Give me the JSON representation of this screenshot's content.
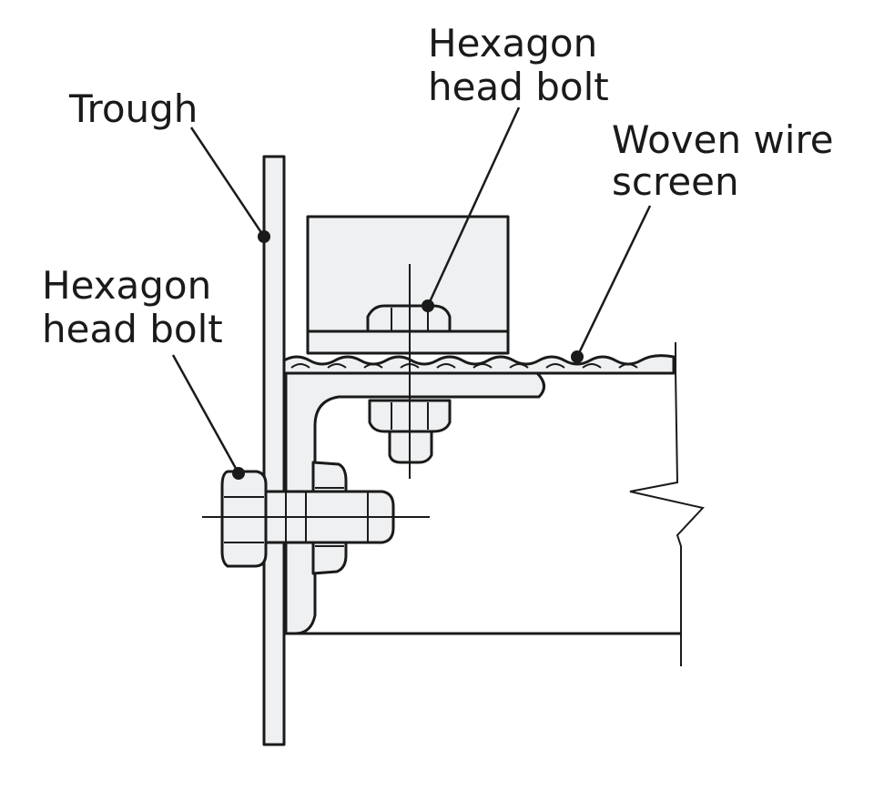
{
  "labels": {
    "trough": "Trough",
    "bolt_top_line1": "Hexagon",
    "bolt_top_line2": "head bolt",
    "bolt_left_line1": "Hexagon",
    "bolt_left_line2": "head bolt",
    "screen_line1": "Woven wire",
    "screen_line2": "screen"
  }
}
